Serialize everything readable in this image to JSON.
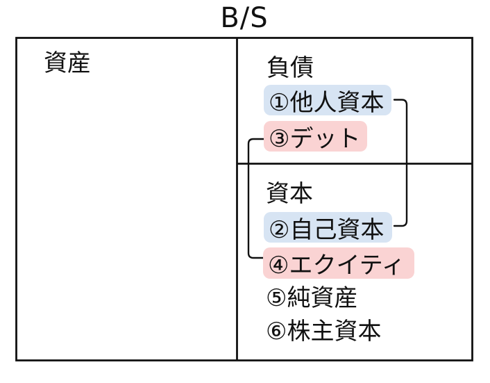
{
  "title": "B/S",
  "colors": {
    "blue": "#d7e4f3",
    "pink": "#fad3d3",
    "line": "#111111",
    "text": "#111111"
  },
  "left_panel": {
    "label": "資産"
  },
  "right_panel": {
    "liabilities": {
      "heading": "負債",
      "items": [
        {
          "label": "①他人資本",
          "highlight": "blue"
        },
        {
          "label": "③デット",
          "highlight": "pink"
        }
      ]
    },
    "equity": {
      "heading": "資本",
      "items": [
        {
          "label": "②自己資本",
          "highlight": "blue"
        },
        {
          "label": "④エクイティ",
          "highlight": "pink"
        },
        {
          "label": "⑤純資産",
          "highlight": "none"
        },
        {
          "label": "⑥株主資本",
          "highlight": "none"
        }
      ]
    }
  },
  "connectors": [
    {
      "name": "right-bracket",
      "links": [
        "①他人資本",
        "②自己資本"
      ],
      "side": "right"
    },
    {
      "name": "left-bracket",
      "links": [
        "③デット",
        "④エクイティ"
      ],
      "side": "left"
    }
  ]
}
